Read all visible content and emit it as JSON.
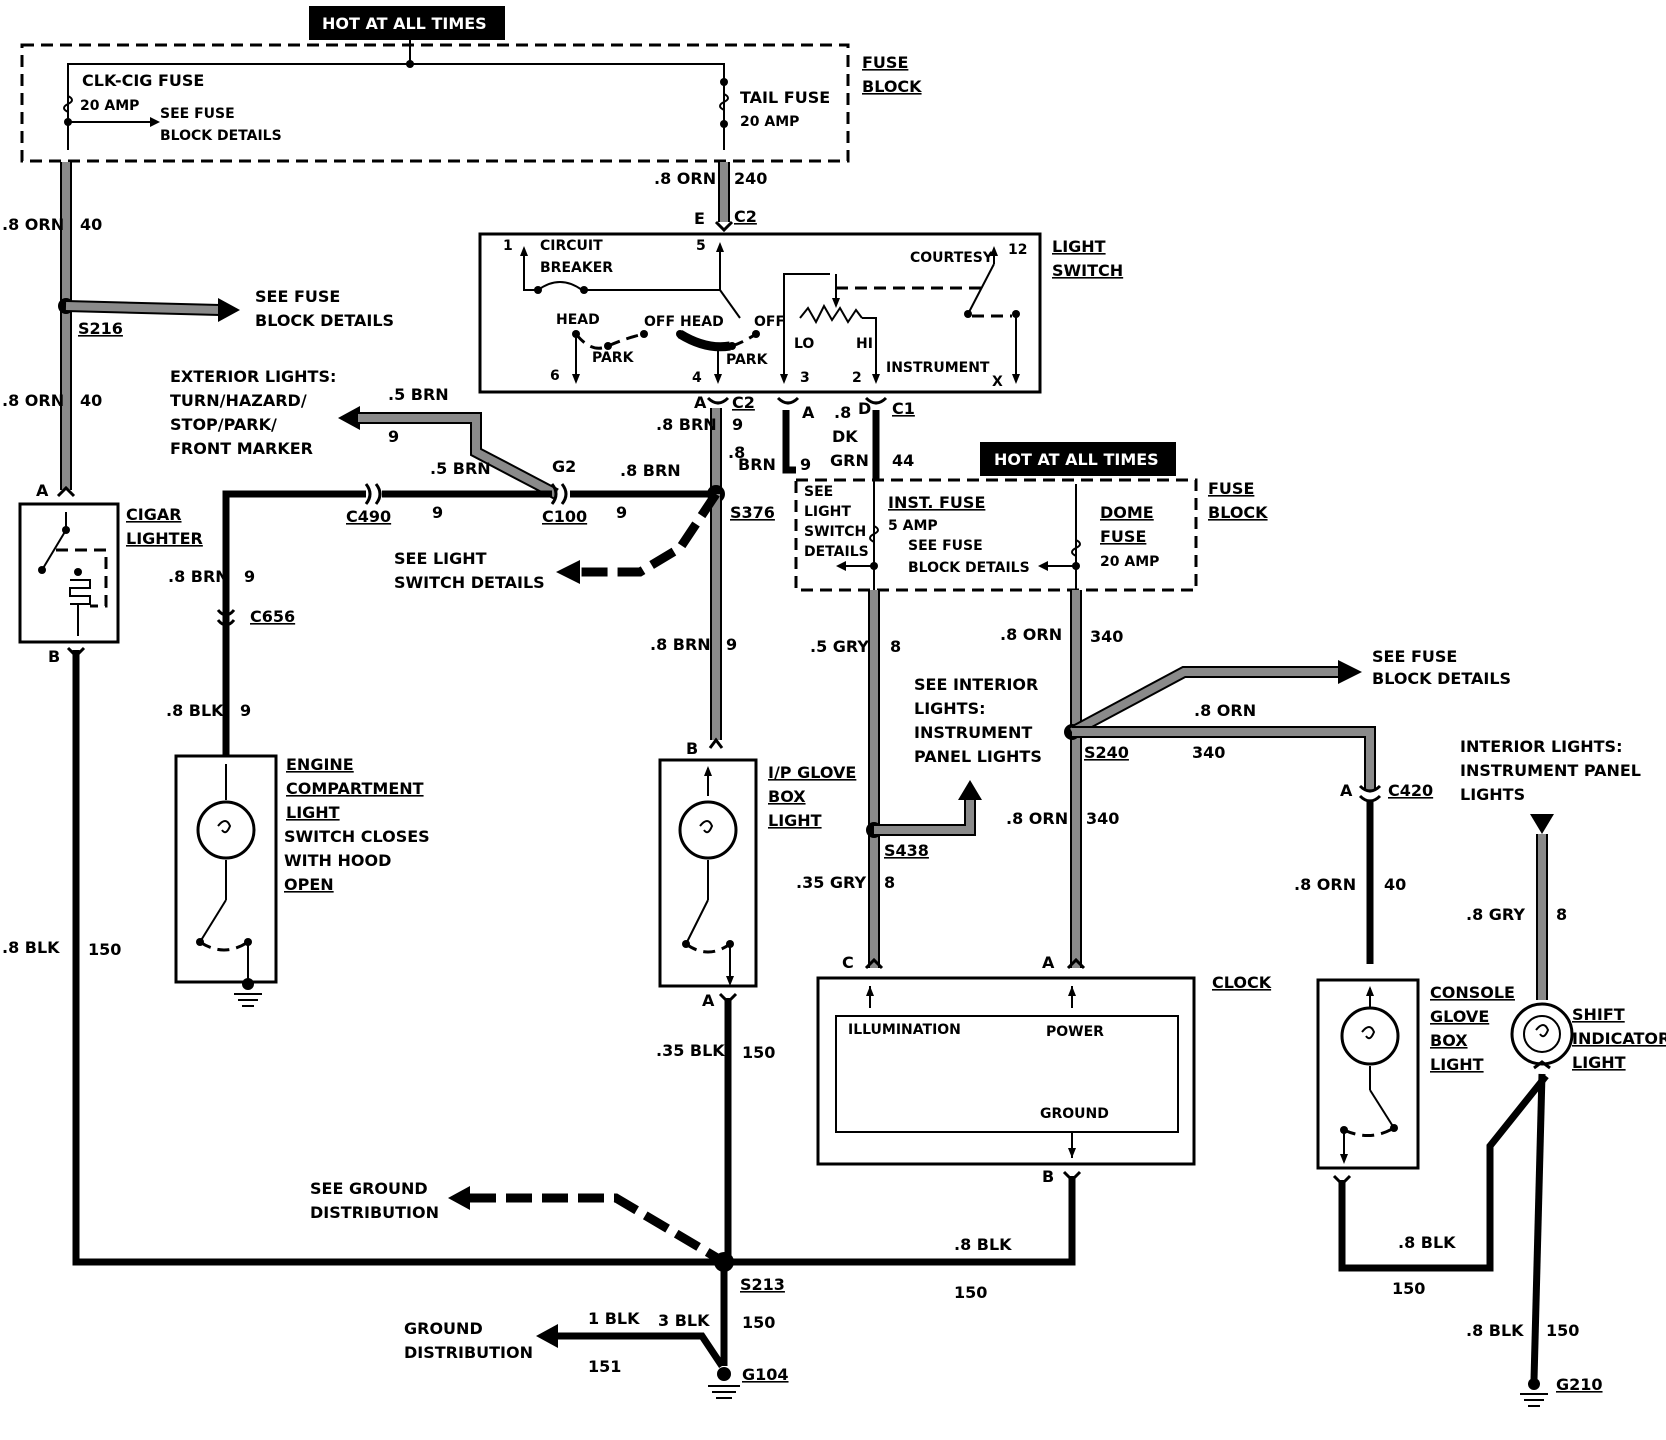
{
  "labels": {
    "hot1": "HOT AT ALL TIMES",
    "hot2": "HOT AT ALL TIMES",
    "fuse_block_1a": "FUSE",
    "fuse_block_1b": "BLOCK",
    "fuse_block_2a": "FUSE",
    "fuse_block_2b": "BLOCK",
    "clk_cig_fuse": "CLK-CIG FUSE",
    "clk_cig_amp": "20 AMP",
    "see_fuse_1a": "SEE FUSE",
    "see_fuse_1b": "BLOCK DETAILS",
    "tail_fuse": "TAIL FUSE",
    "tail_amp": "20 AMP",
    "see_fuse_2a": "SEE FUSE",
    "see_fuse_2b": "BLOCK DETAILS",
    "s216": "S216",
    "light_switch_a": "LIGHT",
    "light_switch_b": "SWITCH",
    "circuit_a": "CIRCUIT",
    "circuit_b": "BREAKER",
    "courtesy": "COURTESY",
    "head1": "HEAD",
    "off1": "OFF",
    "head2": "HEAD",
    "off2": "OFF",
    "park1": "PARK",
    "park2": "PARK",
    "lo": "LO",
    "hi": "HI",
    "instrument": "INSTRUMENT",
    "t1": "1",
    "t5": "5",
    "t12": "12",
    "t6": "6",
    "t4": "4",
    "t3": "3",
    "t2": "2",
    "tx": "X",
    "ext_a": "EXTERIOR LIGHTS:",
    "ext_b": "TURN/HAZARD/",
    "ext_c": "STOP/PARK/",
    "ext_d": "FRONT MARKER",
    "see_ls_a": "SEE LIGHT",
    "see_ls_b": "SWITCH DETAILS",
    "cigar_a": "CIGAR",
    "cigar_b": "LIGHTER",
    "c490": "C490",
    "c100": "C100",
    "g2": "G2",
    "c656": "C656",
    "s376": "S376",
    "engine_a": "ENGINE",
    "engine_b": "COMPARTMENT",
    "engine_c": "LIGHT",
    "engine_d": "SWITCH CLOSES",
    "engine_e": "WITH HOOD",
    "engine_f": "OPEN",
    "ip_a": "I/P GLOVE",
    "ip_b": "BOX",
    "ip_c": "LIGHT",
    "see_ls2_a": "SEE",
    "see_ls2_b": "LIGHT",
    "see_ls2_c": "SWITCH",
    "see_ls2_d": "DETAILS",
    "inst_fuse": "INST. FUSE",
    "inst_amp": "5 AMP",
    "see_fuse_3a": "SEE FUSE",
    "see_fuse_3b": "BLOCK DETAILS",
    "dome_a": "DOME",
    "dome_b": "FUSE",
    "dome_amp": "20 AMP",
    "see_fuse_4a": "SEE FUSE",
    "see_fuse_4b": "BLOCK DETAILS",
    "see_int_a": "SEE INTERIOR",
    "see_int_b": "LIGHTS:",
    "see_int_c": "INSTRUMENT",
    "see_int_d": "PANEL LIGHTS",
    "s438": "S438",
    "s240": "S240",
    "c420": "C420",
    "int_a": "INTERIOR LIGHTS:",
    "int_b": "INSTRUMENT PANEL",
    "int_c": "LIGHTS",
    "clock": "CLOCK",
    "illumination": "ILLUMINATION",
    "power": "POWER",
    "ground": "GROUND",
    "console_a": "CONSOLE",
    "console_b": "GLOVE",
    "console_c": "BOX",
    "console_d": "LIGHT",
    "shift_a": "SHIFT",
    "shift_b": "INDICATOR",
    "shift_c": "LIGHT",
    "see_gnd_a": "SEE GROUND",
    "see_gnd_b": "DISTRIBUTION",
    "gnd_dist_a": "GROUND",
    "gnd_dist_b": "DISTRIBUTION",
    "s213": "S213",
    "g104": "G104",
    "g210": "G210",
    "c2_top": "C2",
    "e_pin": "E",
    "c2_a": "C2",
    "a_pin1": "A",
    "a_pin2": "A",
    "d_pin": "D",
    "c1": "C1",
    "cig_a": "A",
    "cig_b": "B",
    "ip_pin_b": "B",
    "ip_pin_a": "A",
    "clk_c": "C",
    "clk_a": "A",
    "clk_b": "B",
    "c420_a": "A"
  },
  "wires": {
    "w_8orn_40_a": ".8 ORN",
    "w_40_a": "40",
    "w_8orn_40_b": ".8 ORN",
    "w_40_b": "40",
    "w_8orn_240": ".8 ORN",
    "w_240": "240",
    "w_5brn_a": ".5 BRN",
    "w_9_a": "9",
    "w_5brn_b": ".5 BRN",
    "w_8brn_c100": ".8 BRN",
    "w_9_c490": "9",
    "w_9_c100": "9",
    "w_8brn_c2": ".8 BRN",
    "w_9_c2": "9",
    "w_8brn2_a": ".8",
    "w_8brn2_b": "BRN",
    "w_9_2": "9",
    "w_8_dk": ".8",
    "w_dk": "DK",
    "w_grn": "GRN",
    "w_44": "44",
    "w_8brn_c656": ".8 BRN",
    "w_9_c656": "9",
    "w_8blk_eng": ".8 BLK",
    "w_9_eng": "9",
    "w_8brn_ip": ".8 BRN",
    "w_9_ip": "9",
    "w_5gry": ".5 GRY",
    "w_8_gry": "8",
    "w_8orn_340a": ".8 ORN",
    "w_340a": "340",
    "w_8orn_340b": ".8 ORN",
    "w_340b": "340",
    "w_8orn_340c": ".8 ORN",
    "w_340c": "340",
    "w_35gry": ".35 GRY",
    "w_8_35gry": "8",
    "w_8orn_40_c": ".8 ORN",
    "w_40_c": "40",
    "w_8gry": ".8 GRY",
    "w_8_8gry": "8",
    "w_8blk_150": ".8 BLK",
    "w_150": "150",
    "w_35blk": ".35 BLK",
    "w_150_b": "150",
    "w_8blk_clock": ".8 BLK",
    "w_150_clock": "150",
    "w_8blk_console": ".8 BLK",
    "w_150_console": "150",
    "w_8blk_g210": ".8 BLK",
    "w_150_g210": "150",
    "w_1blk": "1 BLK",
    "w_3blk": "3 BLK",
    "w_150_g104": "150",
    "w_151": "151"
  }
}
